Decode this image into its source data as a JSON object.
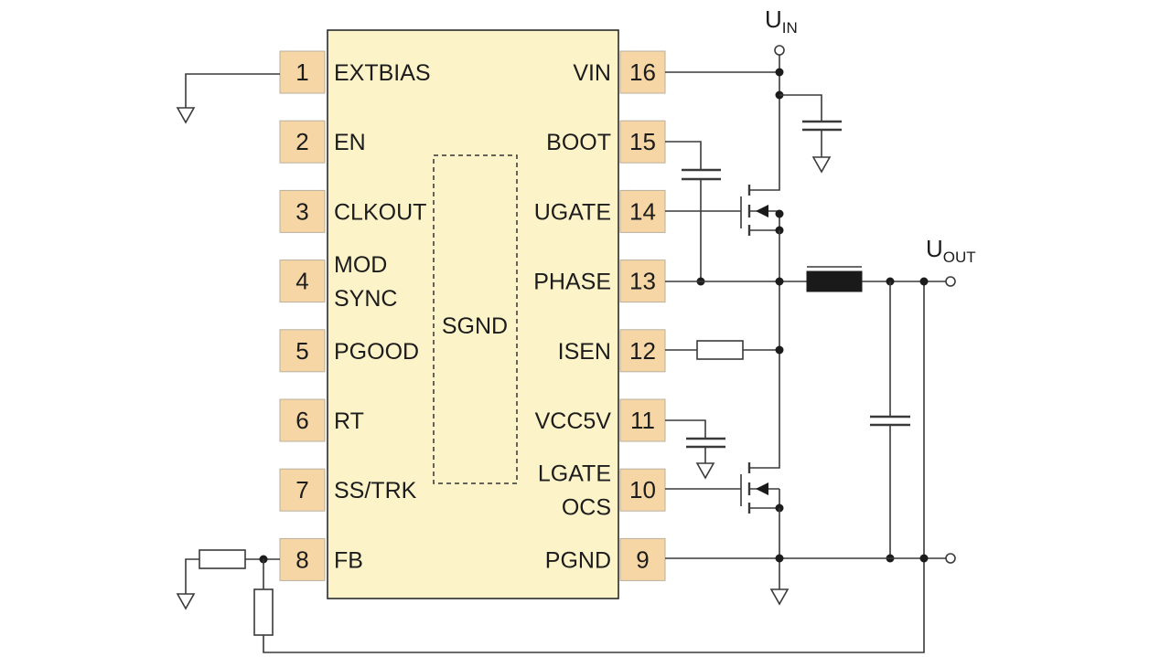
{
  "chip": {
    "center_label": "SGND",
    "left_pins": [
      {
        "num": "1",
        "lines": [
          "EXTBIAS"
        ]
      },
      {
        "num": "2",
        "lines": [
          "EN"
        ]
      },
      {
        "num": "3",
        "lines": [
          "CLKOUT"
        ]
      },
      {
        "num": "4",
        "lines": [
          "MOD",
          "SYNC"
        ]
      },
      {
        "num": "5",
        "lines": [
          "PGOOD"
        ]
      },
      {
        "num": "6",
        "lines": [
          "RT"
        ]
      },
      {
        "num": "7",
        "lines": [
          "SS/TRK"
        ]
      },
      {
        "num": "8",
        "lines": [
          "FB"
        ]
      }
    ],
    "right_pins": [
      {
        "num": "16",
        "lines": [
          "VIN"
        ]
      },
      {
        "num": "15",
        "lines": [
          "BOOT"
        ]
      },
      {
        "num": "14",
        "lines": [
          "UGATE"
        ]
      },
      {
        "num": "13",
        "lines": [
          "PHASE"
        ]
      },
      {
        "num": "12",
        "lines": [
          "ISEN"
        ]
      },
      {
        "num": "11",
        "lines": [
          "VCC5V"
        ]
      },
      {
        "num": "10",
        "lines": [
          "LGATE",
          "OCS"
        ]
      },
      {
        "num": "9",
        "lines": [
          "PGND"
        ]
      }
    ]
  },
  "rails": {
    "uin_main": "U",
    "uin_sub": "IN",
    "uout_main": "U",
    "uout_sub": "OUT"
  }
}
